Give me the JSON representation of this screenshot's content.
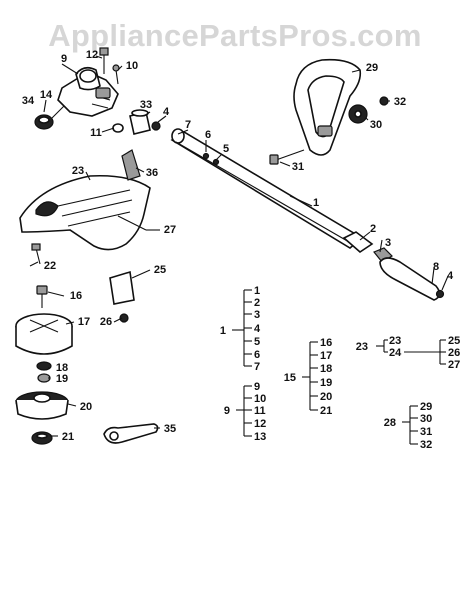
{
  "watermark": "AppliancePartsPros.com",
  "callouts": {
    "c1": "1",
    "c2": "2",
    "c3": "3",
    "c4a": "4",
    "c4b": "4",
    "c5": "5",
    "c6": "6",
    "c7": "7",
    "c8": "8",
    "c9": "9",
    "c10": "10",
    "c11": "11",
    "c12": "12",
    "c14": "14",
    "c16": "16",
    "c17": "17",
    "c18": "18",
    "c19": "19",
    "c20": "20",
    "c21": "21",
    "c22": "22",
    "c23": "23",
    "c25": "25",
    "c26": "26",
    "c27": "27",
    "c29": "29",
    "c30": "30",
    "c31": "31",
    "c32": "32",
    "c33": "33",
    "c34": "34",
    "c35": "35",
    "c36": "36"
  },
  "assemblies": [
    {
      "parent": "1",
      "children": [
        "1",
        "2",
        "3",
        "4",
        "5",
        "6",
        "7"
      ]
    },
    {
      "parent": "9",
      "children": [
        "9",
        "10",
        "11",
        "12",
        "13"
      ]
    },
    {
      "parent": "15",
      "children": [
        "16",
        "17",
        "18",
        "19",
        "20",
        "21"
      ]
    },
    {
      "parent": "23",
      "children": [
        "23",
        "24"
      ],
      "sub": {
        "parent": "24",
        "children": [
          "25",
          "26",
          "27"
        ]
      }
    },
    {
      "parent": "28",
      "children": [
        "29",
        "30",
        "31",
        "32"
      ]
    }
  ]
}
